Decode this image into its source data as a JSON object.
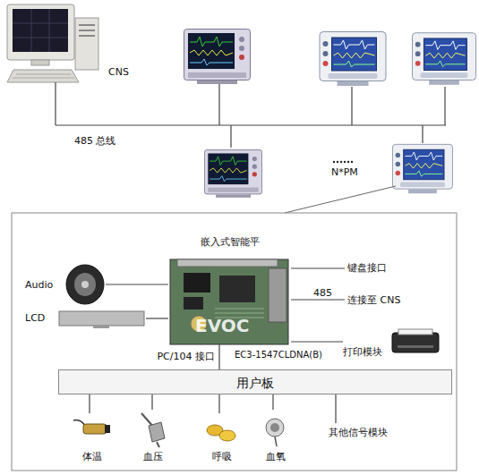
{
  "diagram": {
    "nodes": [
      {
        "text": [
          "CNS"
        ]
      },
      {
        "text": [
          "嵌入式智能平",
          "EC3-1547CLDNA(B)"
        ]
      },
      {
        "text": [
          "Audio"
        ]
      },
      {
        "text": [
          "LCD"
        ]
      },
      {
        "text": [
          "打印模块"
        ]
      },
      {
        "text": [
          "用户板"
        ]
      },
      {
        "text": [
          "体温"
        ]
      },
      {
        "text": [
          "血压"
        ]
      },
      {
        "text": [
          "呼吸"
        ]
      },
      {
        "text": [
          "血氧"
        ]
      },
      {
        "text": [
          "其他信号模块"
        ]
      }
    ],
    "edges": [
      {
        "from": 2,
        "to": 1,
        "arrow": "none"
      },
      {
        "from": 3,
        "to": 1,
        "arrow": "none"
      },
      {
        "from": 1,
        "to": 4,
        "arrow": "none"
      },
      {
        "from": 1,
        "to": 5,
        "label": "PC/104 接口",
        "arrow": "none"
      },
      {
        "from": 5,
        "to": 6,
        "arrow": "none"
      },
      {
        "from": 5,
        "to": 7,
        "arrow": "none"
      },
      {
        "from": 5,
        "to": 8,
        "arrow": "none"
      },
      {
        "from": 5,
        "to": 9,
        "arrow": "none"
      },
      {
        "from": 5,
        "to": 10,
        "arrow": "none"
      }
    ],
    "labels": [
      "485 总线",
      "N*PM",
      "EVOC",
      "键盘接口",
      "485",
      "连接至 CNS"
    ]
  }
}
